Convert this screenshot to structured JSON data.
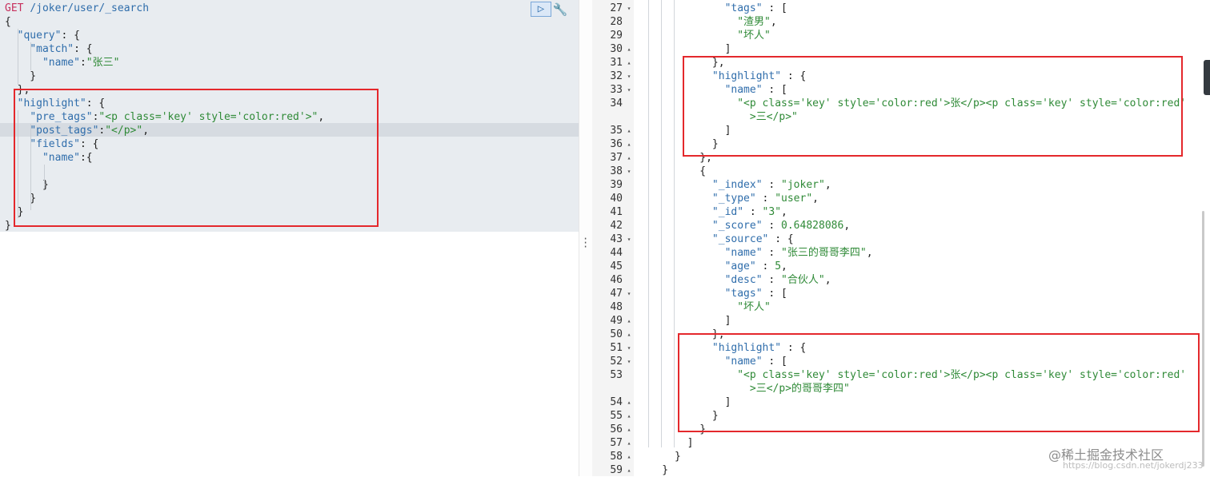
{
  "request": {
    "method": "GET",
    "path": "/joker/user/_search",
    "lines": [
      {
        "parts": [
          [
            "m",
            "GET"
          ],
          [
            "p",
            " "
          ],
          [
            "k",
            "/joker/user/_search"
          ]
        ]
      },
      {
        "parts": [
          [
            "p",
            "{"
          ]
        ]
      },
      {
        "parts": [
          [
            "p",
            "  "
          ],
          [
            "k",
            "\"query\""
          ],
          [
            "p",
            ": {"
          ]
        ]
      },
      {
        "parts": [
          [
            "p",
            "    "
          ],
          [
            "k",
            "\"match\""
          ],
          [
            "p",
            ": {"
          ]
        ]
      },
      {
        "parts": [
          [
            "p",
            "      "
          ],
          [
            "k",
            "\"name\""
          ],
          [
            "p",
            ":"
          ],
          [
            "s",
            "\"张三\""
          ]
        ]
      },
      {
        "parts": [
          [
            "p",
            "    }"
          ]
        ]
      },
      {
        "parts": [
          [
            "p",
            "  },"
          ]
        ]
      },
      {
        "parts": [
          [
            "p",
            "  "
          ],
          [
            "k",
            "\"highlight\""
          ],
          [
            "p",
            ": {"
          ]
        ]
      },
      {
        "parts": [
          [
            "p",
            "    "
          ],
          [
            "k",
            "\"pre_tags\""
          ],
          [
            "p",
            ":"
          ],
          [
            "s",
            "\"<p class='key' style='color:red'>\""
          ],
          [
            "p",
            ","
          ]
        ]
      },
      {
        "parts": [
          [
            "p",
            "    "
          ],
          [
            "k",
            "\"post_tags\""
          ],
          [
            "p",
            ":"
          ],
          [
            "s",
            "\"</p>\""
          ],
          [
            "p",
            ","
          ]
        ]
      },
      {
        "parts": [
          [
            "p",
            "    "
          ],
          [
            "k",
            "\"fields\""
          ],
          [
            "p",
            ": {"
          ]
        ]
      },
      {
        "parts": [
          [
            "p",
            "      "
          ],
          [
            "k",
            "\"name\""
          ],
          [
            "p",
            ":{"
          ]
        ]
      },
      {
        "parts": [
          [
            "p",
            "        "
          ]
        ]
      },
      {
        "parts": [
          [
            "p",
            "      }"
          ]
        ]
      },
      {
        "parts": [
          [
            "p",
            "    }"
          ]
        ]
      },
      {
        "parts": [
          [
            "p",
            "  }"
          ]
        ]
      },
      {
        "parts": [
          [
            "p",
            "}"
          ]
        ]
      }
    ]
  },
  "toolbar": {
    "run_icon": "play-icon",
    "wrench_icon": "wrench-icon",
    "run_glyph": "▷",
    "wrench_glyph": "🔧"
  },
  "response": {
    "lines": [
      {
        "n": "27",
        "fold": "▾",
        "parts": [
          [
            "p",
            "              "
          ],
          [
            "k",
            "\"tags\""
          ],
          [
            "p",
            " : ["
          ]
        ]
      },
      {
        "n": "28",
        "fold": "",
        "parts": [
          [
            "p",
            "                "
          ],
          [
            "s",
            "\"渣男\""
          ],
          [
            "p",
            ","
          ]
        ]
      },
      {
        "n": "29",
        "fold": "",
        "parts": [
          [
            "p",
            "                "
          ],
          [
            "s",
            "\"坏人\""
          ]
        ]
      },
      {
        "n": "30",
        "fold": "▴",
        "parts": [
          [
            "p",
            "              ]"
          ]
        ]
      },
      {
        "n": "31",
        "fold": "▴",
        "parts": [
          [
            "p",
            "            },"
          ]
        ]
      },
      {
        "n": "32",
        "fold": "▾",
        "parts": [
          [
            "p",
            "            "
          ],
          [
            "k",
            "\"highlight\""
          ],
          [
            "p",
            " : {"
          ]
        ]
      },
      {
        "n": "33",
        "fold": "▾",
        "parts": [
          [
            "p",
            "              "
          ],
          [
            "k",
            "\"name\""
          ],
          [
            "p",
            " : ["
          ]
        ]
      },
      {
        "n": "34",
        "fold": "",
        "parts": [
          [
            "p",
            "                "
          ],
          [
            "s",
            "\"<p class='key' style='color:red'>张</p><p class='key' style='color:red'"
          ]
        ]
      },
      {
        "n": "",
        "fold": "",
        "parts": [
          [
            "p",
            "                  "
          ],
          [
            "s",
            ">三</p>\""
          ]
        ]
      },
      {
        "n": "35",
        "fold": "▴",
        "parts": [
          [
            "p",
            "              ]"
          ]
        ]
      },
      {
        "n": "36",
        "fold": "▴",
        "parts": [
          [
            "p",
            "            }"
          ]
        ]
      },
      {
        "n": "37",
        "fold": "▴",
        "parts": [
          [
            "p",
            "          },"
          ]
        ]
      },
      {
        "n": "38",
        "fold": "▾",
        "parts": [
          [
            "p",
            "          {"
          ]
        ]
      },
      {
        "n": "39",
        "fold": "",
        "parts": [
          [
            "p",
            "            "
          ],
          [
            "k",
            "\"_index\""
          ],
          [
            "p",
            " : "
          ],
          [
            "s",
            "\"joker\""
          ],
          [
            "p",
            ","
          ]
        ]
      },
      {
        "n": "40",
        "fold": "",
        "parts": [
          [
            "p",
            "            "
          ],
          [
            "k",
            "\"_type\""
          ],
          [
            "p",
            " : "
          ],
          [
            "s",
            "\"user\""
          ],
          [
            "p",
            ","
          ]
        ]
      },
      {
        "n": "41",
        "fold": "",
        "parts": [
          [
            "p",
            "            "
          ],
          [
            "k",
            "\"_id\""
          ],
          [
            "p",
            " : "
          ],
          [
            "s",
            "\"3\""
          ],
          [
            "p",
            ","
          ]
        ]
      },
      {
        "n": "42",
        "fold": "",
        "parts": [
          [
            "p",
            "            "
          ],
          [
            "k",
            "\"_score\""
          ],
          [
            "p",
            " : "
          ],
          [
            "s",
            "0.64828086"
          ],
          [
            "p",
            ","
          ]
        ]
      },
      {
        "n": "43",
        "fold": "▾",
        "parts": [
          [
            "p",
            "            "
          ],
          [
            "k",
            "\"_source\""
          ],
          [
            "p",
            " : {"
          ]
        ]
      },
      {
        "n": "44",
        "fold": "",
        "parts": [
          [
            "p",
            "              "
          ],
          [
            "k",
            "\"name\""
          ],
          [
            "p",
            " : "
          ],
          [
            "s",
            "\"张三的哥哥李四\""
          ],
          [
            "p",
            ","
          ]
        ]
      },
      {
        "n": "45",
        "fold": "",
        "parts": [
          [
            "p",
            "              "
          ],
          [
            "k",
            "\"age\""
          ],
          [
            "p",
            " : "
          ],
          [
            "s",
            "5"
          ],
          [
            "p",
            ","
          ]
        ]
      },
      {
        "n": "46",
        "fold": "",
        "parts": [
          [
            "p",
            "              "
          ],
          [
            "k",
            "\"desc\""
          ],
          [
            "p",
            " : "
          ],
          [
            "s",
            "\"合伙人\""
          ],
          [
            "p",
            ","
          ]
        ]
      },
      {
        "n": "47",
        "fold": "▾",
        "parts": [
          [
            "p",
            "              "
          ],
          [
            "k",
            "\"tags\""
          ],
          [
            "p",
            " : ["
          ]
        ]
      },
      {
        "n": "48",
        "fold": "",
        "parts": [
          [
            "p",
            "                "
          ],
          [
            "s",
            "\"坏人\""
          ]
        ]
      },
      {
        "n": "49",
        "fold": "▴",
        "parts": [
          [
            "p",
            "              ]"
          ]
        ]
      },
      {
        "n": "50",
        "fold": "▴",
        "parts": [
          [
            "p",
            "            },"
          ]
        ]
      },
      {
        "n": "51",
        "fold": "▾",
        "parts": [
          [
            "p",
            "            "
          ],
          [
            "k",
            "\"highlight\""
          ],
          [
            "p",
            " : {"
          ]
        ]
      },
      {
        "n": "52",
        "fold": "▾",
        "parts": [
          [
            "p",
            "              "
          ],
          [
            "k",
            "\"name\""
          ],
          [
            "p",
            " : ["
          ]
        ]
      },
      {
        "n": "53",
        "fold": "",
        "parts": [
          [
            "p",
            "                "
          ],
          [
            "s",
            "\"<p class='key' style='color:red'>张</p><p class='key' style='color:red'"
          ]
        ]
      },
      {
        "n": "",
        "fold": "",
        "parts": [
          [
            "p",
            "                  "
          ],
          [
            "s",
            ">三</p>的哥哥李四\""
          ]
        ]
      },
      {
        "n": "54",
        "fold": "▴",
        "parts": [
          [
            "p",
            "              ]"
          ]
        ]
      },
      {
        "n": "55",
        "fold": "▴",
        "parts": [
          [
            "p",
            "            }"
          ]
        ]
      },
      {
        "n": "56",
        "fold": "▴",
        "parts": [
          [
            "p",
            "          }"
          ]
        ]
      },
      {
        "n": "57",
        "fold": "▴",
        "parts": [
          [
            "p",
            "        ]"
          ]
        ]
      },
      {
        "n": "58",
        "fold": "▴",
        "parts": [
          [
            "p",
            "      }"
          ]
        ]
      },
      {
        "n": "59",
        "fold": "▴",
        "parts": [
          [
            "p",
            "    }"
          ]
        ]
      }
    ]
  },
  "watermark": {
    "main": "@稀土掘金技术社区",
    "sub": "https://blog.csdn.net/jokerdj233"
  },
  "colors": {
    "key": "#2f6dab",
    "string": "#2f8a37",
    "method": "#c72f5c",
    "highlight_box": "#e4282c"
  }
}
